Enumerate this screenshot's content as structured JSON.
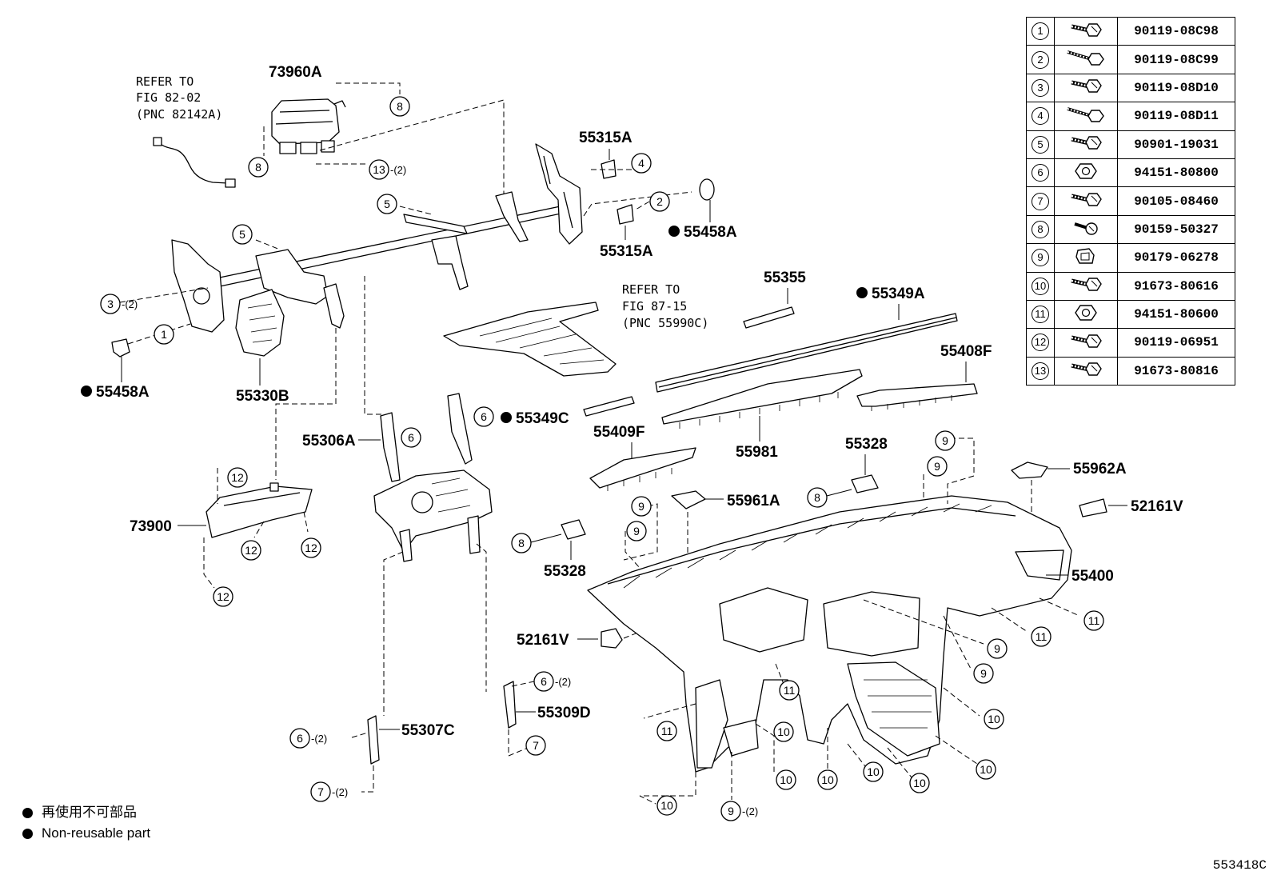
{
  "references": [
    {
      "id": "ref-82-02",
      "lines": [
        "REFER TO",
        "FIG 82-02",
        "(PNC 82142A)"
      ]
    },
    {
      "id": "ref-87-15",
      "lines": [
        "REFER TO",
        "FIG 87-15",
        "(PNC 55990C)"
      ]
    }
  ],
  "part_labels": {
    "p73960A": "73960A",
    "p55315A_top": "55315A",
    "p55315A_bot": "55315A",
    "p55458A_right": "55458A",
    "p55458A_left": "55458A",
    "p55330B": "55330B",
    "p55355": "55355",
    "p55349A": "55349A",
    "p55408F": "55408F",
    "p55349C": "55349C",
    "p55306A": "55306A",
    "p55409F": "55409F",
    "p55981": "55981",
    "p55328_right": "55328",
    "p55328_left": "55328",
    "p55962A": "55962A",
    "p52161V_right": "52161V",
    "p52161V_left": "52161V",
    "p55961A": "55961A",
    "p73900": "73900",
    "p55400": "55400",
    "p55309D": "55309D",
    "p55307C": "55307C"
  },
  "callouts": {
    "c1": "1",
    "c2": "2",
    "c3": "3",
    "c4": "4",
    "c5": "5",
    "c6": "6",
    "c7": "7",
    "c8": "8",
    "c9": "9",
    "c10": "10",
    "c11": "11",
    "c12": "12",
    "c13": "13"
  },
  "quantity_suffix": "-(2)",
  "fasteners_table": [
    {
      "idx": "1",
      "icon": "hex-flange-bolt-icon",
      "part_no": "90119-08C98"
    },
    {
      "idx": "2",
      "icon": "long-hex-bolt-icon",
      "part_no": "90119-08C99"
    },
    {
      "idx": "3",
      "icon": "hex-flange-bolt-icon",
      "part_no": "90119-08D10"
    },
    {
      "idx": "4",
      "icon": "long-hex-bolt-icon",
      "part_no": "90119-08D11"
    },
    {
      "idx": "5",
      "icon": "hex-flange-bolt-icon",
      "part_no": "90901-19031"
    },
    {
      "idx": "6",
      "icon": "hex-nut-icon",
      "part_no": "94151-80800"
    },
    {
      "idx": "7",
      "icon": "hex-flange-bolt-icon",
      "part_no": "90105-08460"
    },
    {
      "idx": "8",
      "icon": "short-screw-icon",
      "part_no": "90159-50327"
    },
    {
      "idx": "9",
      "icon": "u-nut-clip-icon",
      "part_no": "90179-06278"
    },
    {
      "idx": "10",
      "icon": "hex-flange-bolt-icon",
      "part_no": "91673-80616"
    },
    {
      "idx": "11",
      "icon": "hex-nut-icon",
      "part_no": "94151-80600"
    },
    {
      "idx": "12",
      "icon": "hex-flange-bolt-icon",
      "part_no": "90119-06951"
    },
    {
      "idx": "13",
      "icon": "hex-flange-bolt-icon",
      "part_no": "91673-80816"
    }
  ],
  "legend": {
    "japanese": "再使用不可部品",
    "english": "Non-reusable part"
  },
  "figure_code": "553418C"
}
